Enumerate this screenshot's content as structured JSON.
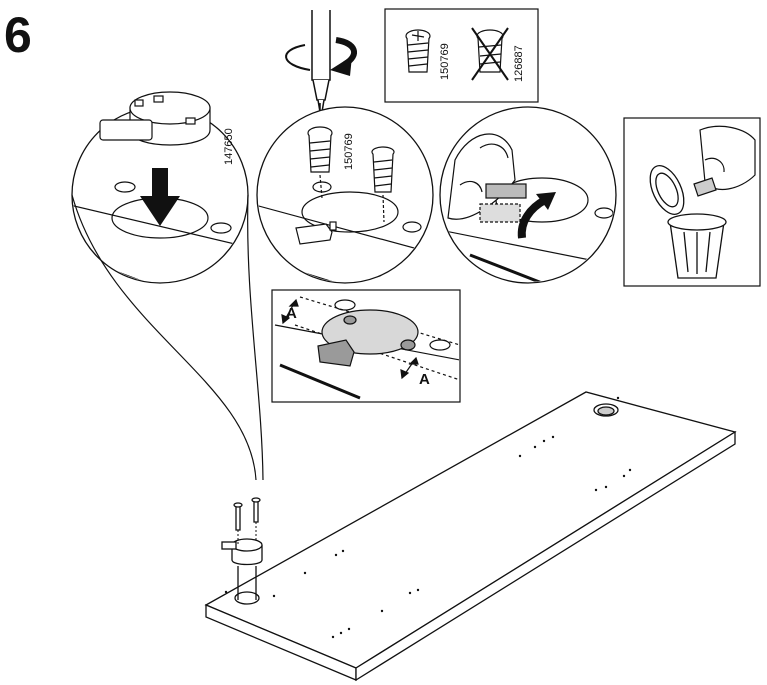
{
  "step": {
    "number": "6"
  },
  "parts": {
    "cam_lock": "147650",
    "screw": "150769",
    "screw_box": "150769",
    "excluded_part": "126887"
  },
  "dimension": {
    "label_a_top": "A",
    "label_a_bottom": "A"
  },
  "colors": {
    "line": "#111111",
    "shade": "#d8d8d8",
    "dark_shade": "#9a9a9a"
  }
}
